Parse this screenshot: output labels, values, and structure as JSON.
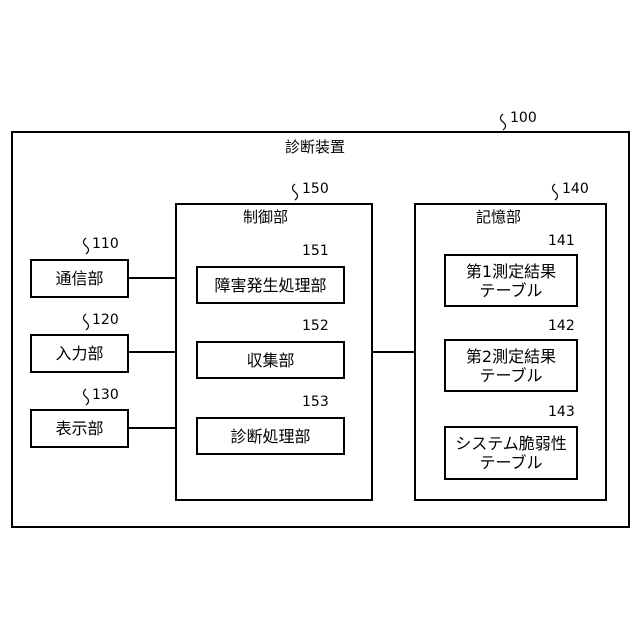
{
  "device": {
    "ref": "100",
    "title": "診断装置"
  },
  "communication": {
    "ref": "110",
    "label": "通信部"
  },
  "input": {
    "ref": "120",
    "label": "入力部"
  },
  "display": {
    "ref": "130",
    "label": "表示部"
  },
  "control": {
    "ref": "150",
    "title": "制御部",
    "fault": {
      "ref": "151",
      "label": "障害発生処理部"
    },
    "collect": {
      "ref": "152",
      "label": "収集部"
    },
    "diag": {
      "ref": "153",
      "label": "診断処理部"
    }
  },
  "storage": {
    "ref": "140",
    "title": "記憶部",
    "t1": {
      "ref": "141",
      "line1": "第1測定結果",
      "line2": "テーブル"
    },
    "t2": {
      "ref": "142",
      "line1": "第2測定結果",
      "line2": "テーブル"
    },
    "t3": {
      "ref": "143",
      "line1": "システム脆弱性",
      "line2": "テーブル"
    }
  }
}
